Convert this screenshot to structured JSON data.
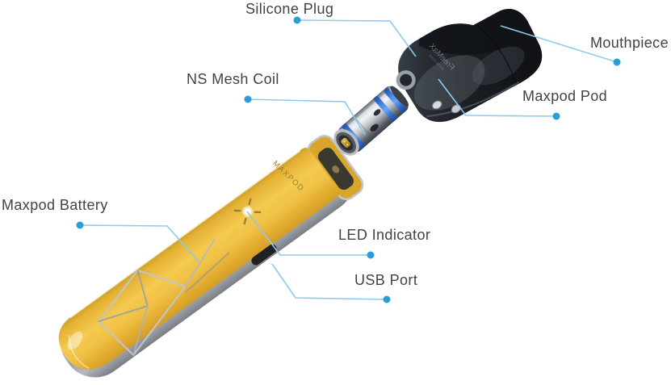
{
  "diagram": {
    "background": "#ffffff",
    "callouts": {
      "silicone_plug": "Silicone Plug",
      "mouthpiece": "Mouthpiece",
      "maxpod_pod": "Maxpod Pod",
      "ns_mesh_coil": "NS Mesh Coil",
      "maxpod_battery": "Maxpod Battery",
      "led_indicator": "LED Indicator",
      "usb_port": "USB Port"
    },
    "markings": {
      "battery_logo": "MAXPOD",
      "pod_logo": "FreeMaX",
      "pod_spec": "PCTG 2.0ml"
    },
    "colors": {
      "label_text": "#3f4347",
      "leader_line": "#8ccaee",
      "leader_dot": "#2b9cda",
      "battery_yellow": "#f0c145",
      "battery_chrome": "#aab0b8",
      "pod_smoke_black": "#23262c",
      "coil_ring_blue": "#2f6bd0"
    }
  }
}
